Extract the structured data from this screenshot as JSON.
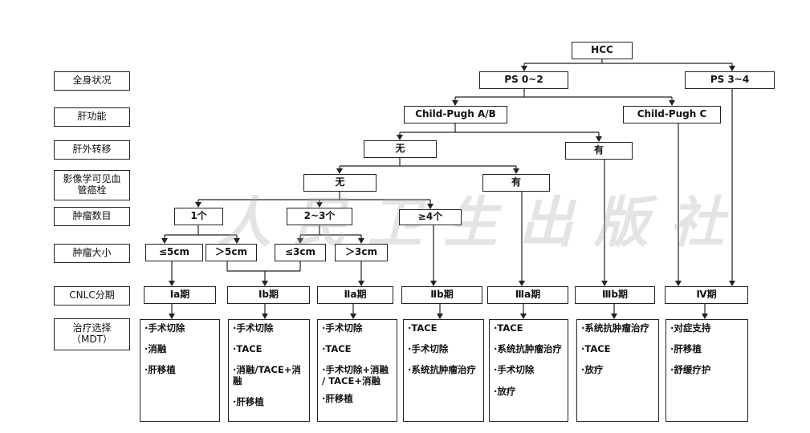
{
  "watermark": "人民卫生出版社",
  "categories": {
    "general": "全身状况",
    "liver": "肝功能",
    "extra": "肝外转移",
    "vascular": "影像学可见血管癌栓",
    "number": "肿瘤数目",
    "size": "肿瘤大小",
    "cnlc": "CNLC分期",
    "treatment": "治疗选择（MDT）"
  },
  "nodes": {
    "hcc": "HCC",
    "ps02": "PS  0~2",
    "ps34": "PS  3~4",
    "cpab": "Child-Pugh A/B",
    "cpc": "Child-Pugh C",
    "extra_no": "无",
    "extra_yes": "有",
    "vasc_no": "无",
    "vasc_yes": "有",
    "num1": "1个",
    "num23": "2~3个",
    "num4": "≥4个",
    "s5a": "≤5cm",
    "s5b": "＞5cm",
    "s3a": "≤3cm",
    "s3b": "＞3cm"
  },
  "stages": [
    "Ⅰa期",
    "Ⅰb期",
    "Ⅱa期",
    "Ⅱb期",
    "Ⅲa期",
    "Ⅲb期",
    "Ⅳ期"
  ],
  "treatments": [
    [
      "·手术切除",
      "·消融",
      "·肝移植"
    ],
    [
      "·手术切除",
      "·TACE",
      "·消融/TACE+消融",
      "·肝移植"
    ],
    [
      "·手术切除",
      "·TACE",
      "·手术切除+消融 / TACE+消融",
      "·肝移植"
    ],
    [
      "·TACE",
      "·手术切除",
      "·系统抗肿瘤治疗"
    ],
    [
      "·TACE",
      "·系统抗肿瘤治疗",
      "·手术切除",
      "·放疗"
    ],
    [
      "·系统抗肿瘤治疗",
      "·TACE",
      "·放疗"
    ],
    [
      "·对症支持",
      "·肝移植",
      "·舒缓疗护"
    ]
  ]
}
